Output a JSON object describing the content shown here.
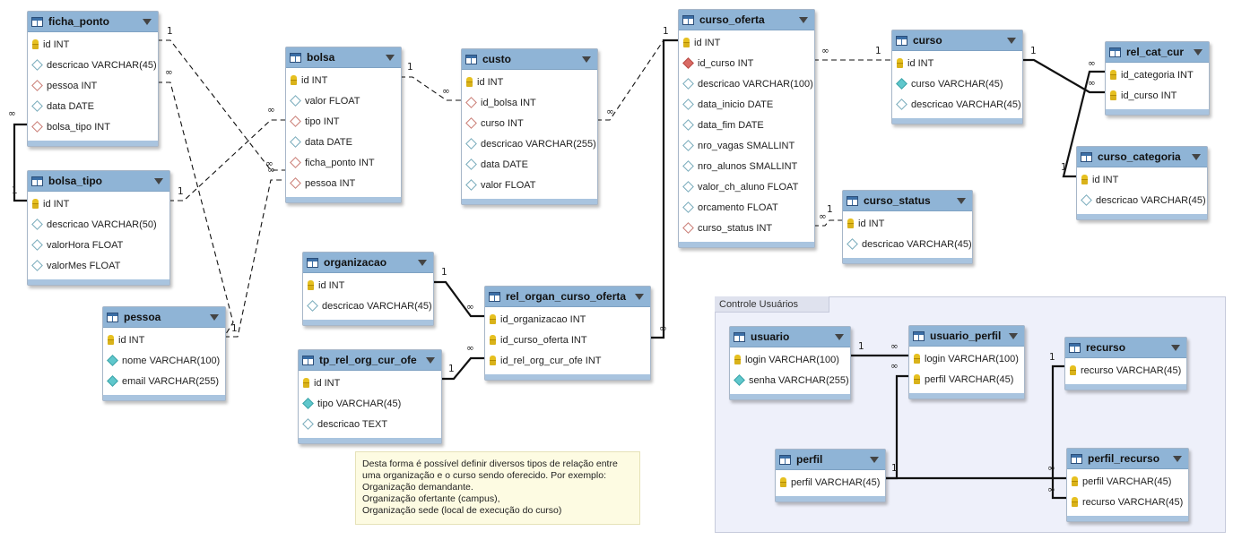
{
  "group": {
    "label": "Controle Usuários"
  },
  "note": {
    "lines": [
      "Desta forma é possível definir diversos tipos de relação entre",
      "uma organização e o curso sendo oferecido. Por exemplo:",
      "Organização demandante.",
      "Organização ofertante (campus),",
      "Organização sede (local de execução do curso)"
    ]
  },
  "tables": {
    "ficha_ponto": {
      "name": "ficha_ponto",
      "columns": [
        {
          "icon": "pk",
          "label": "id INT"
        },
        {
          "icon": "attr",
          "label": "descricao VARCHAR(45)"
        },
        {
          "icon": "fk",
          "label": "pessoa INT"
        },
        {
          "icon": "attr",
          "label": "data DATE"
        },
        {
          "icon": "fk",
          "label": "bolsa_tipo INT"
        }
      ]
    },
    "bolsa_tipo": {
      "name": "bolsa_tipo",
      "columns": [
        {
          "icon": "pk",
          "label": "id INT"
        },
        {
          "icon": "attr",
          "label": "descricao VARCHAR(50)"
        },
        {
          "icon": "attr",
          "label": "valorHora FLOAT"
        },
        {
          "icon": "attr",
          "label": "valorMes FLOAT"
        }
      ]
    },
    "pessoa": {
      "name": "pessoa",
      "columns": [
        {
          "icon": "pk",
          "label": "id INT"
        },
        {
          "icon": "nn",
          "label": "nome VARCHAR(100)"
        },
        {
          "icon": "nn",
          "label": "email VARCHAR(255)"
        }
      ]
    },
    "bolsa": {
      "name": "bolsa",
      "columns": [
        {
          "icon": "pk",
          "label": "id INT"
        },
        {
          "icon": "attr",
          "label": "valor FLOAT"
        },
        {
          "icon": "fk",
          "label": "tipo INT"
        },
        {
          "icon": "attr",
          "label": "data DATE"
        },
        {
          "icon": "fk",
          "label": "ficha_ponto INT"
        },
        {
          "icon": "fk",
          "label": "pessoa INT"
        }
      ]
    },
    "custo": {
      "name": "custo",
      "columns": [
        {
          "icon": "pk",
          "label": "id INT"
        },
        {
          "icon": "fk",
          "label": "id_bolsa INT"
        },
        {
          "icon": "fk",
          "label": "curso INT"
        },
        {
          "icon": "attr",
          "label": "descricao VARCHAR(255)"
        },
        {
          "icon": "attr",
          "label": "data DATE"
        },
        {
          "icon": "attr",
          "label": "valor FLOAT"
        }
      ]
    },
    "organizacao": {
      "name": "organizacao",
      "columns": [
        {
          "icon": "pk",
          "label": "id INT"
        },
        {
          "icon": "attr",
          "label": "descricao VARCHAR(45)"
        }
      ]
    },
    "tp_rel_org_cur_ofe": {
      "name": "tp_rel_org_cur_ofe",
      "columns": [
        {
          "icon": "pk",
          "label": "id INT"
        },
        {
          "icon": "nn",
          "label": "tipo VARCHAR(45)"
        },
        {
          "icon": "attr",
          "label": "descricao TEXT"
        }
      ]
    },
    "rel_organ_curso_oferta": {
      "name": "rel_organ_curso_oferta",
      "columns": [
        {
          "icon": "pk",
          "label": "id_organizacao INT"
        },
        {
          "icon": "pk",
          "label": "id_curso_oferta INT"
        },
        {
          "icon": "pk",
          "label": "id_rel_org_cur_ofe INT"
        }
      ]
    },
    "curso_oferta": {
      "name": "curso_oferta",
      "columns": [
        {
          "icon": "pk",
          "label": "id INT"
        },
        {
          "icon": "fknn",
          "label": "id_curso INT"
        },
        {
          "icon": "attr",
          "label": "descricao VARCHAR(100)"
        },
        {
          "icon": "attr",
          "label": "data_inicio DATE"
        },
        {
          "icon": "attr",
          "label": "data_fim DATE"
        },
        {
          "icon": "attr",
          "label": "nro_vagas SMALLINT"
        },
        {
          "icon": "attr",
          "label": "nro_alunos SMALLINT"
        },
        {
          "icon": "attr",
          "label": "valor_ch_aluno FLOAT"
        },
        {
          "icon": "attr",
          "label": "orcamento FLOAT"
        },
        {
          "icon": "fk",
          "label": "curso_status INT"
        }
      ]
    },
    "curso": {
      "name": "curso",
      "columns": [
        {
          "icon": "pk",
          "label": "id INT"
        },
        {
          "icon": "nn",
          "label": "curso VARCHAR(45)"
        },
        {
          "icon": "attr",
          "label": "descricao VARCHAR(45)"
        }
      ]
    },
    "curso_status": {
      "name": "curso_status",
      "columns": [
        {
          "icon": "pk",
          "label": "id INT"
        },
        {
          "icon": "attr",
          "label": "descricao VARCHAR(45)"
        }
      ]
    },
    "rel_cat_cur": {
      "name": "rel_cat_cur",
      "columns": [
        {
          "icon": "pk",
          "label": "id_categoria INT"
        },
        {
          "icon": "pk",
          "label": "id_curso INT"
        }
      ]
    },
    "curso_categoria": {
      "name": "curso_categoria",
      "columns": [
        {
          "icon": "pk",
          "label": "id INT"
        },
        {
          "icon": "attr",
          "label": "descricao VARCHAR(45)"
        }
      ]
    },
    "usuario": {
      "name": "usuario",
      "columns": [
        {
          "icon": "pk",
          "label": "login VARCHAR(100)"
        },
        {
          "icon": "nn",
          "label": "senha VARCHAR(255)"
        }
      ]
    },
    "usuario_perfil": {
      "name": "usuario_perfil",
      "columns": [
        {
          "icon": "pk",
          "label": "login VARCHAR(100)"
        },
        {
          "icon": "pk",
          "label": "perfil VARCHAR(45)"
        }
      ]
    },
    "recurso": {
      "name": "recurso",
      "columns": [
        {
          "icon": "pk",
          "label": "recurso VARCHAR(45)"
        }
      ]
    },
    "perfil": {
      "name": "perfil",
      "columns": [
        {
          "icon": "pk",
          "label": "perfil VARCHAR(45)"
        }
      ]
    },
    "perfil_recurso": {
      "name": "perfil_recurso",
      "columns": [
        {
          "icon": "pk",
          "label": "perfil VARCHAR(45)"
        },
        {
          "icon": "pk",
          "label": "recurso VARCHAR(45)"
        }
      ]
    }
  },
  "relationships": [
    {
      "from": "ficha_ponto",
      "to": "bolsa",
      "from_card": "1",
      "to_card": "∞",
      "identifying": false
    },
    {
      "from": "ficha_ponto",
      "to": "bolsa_tipo",
      "from_card": "∞",
      "to_card": "1",
      "identifying": true
    },
    {
      "from": "ficha_ponto",
      "to": "pessoa",
      "from_card": "∞",
      "to_card": "1",
      "identifying": false
    },
    {
      "from": "bolsa_tipo",
      "to": "bolsa",
      "from_card": "1",
      "to_card": "∞",
      "identifying": false
    },
    {
      "from": "pessoa",
      "to": "bolsa",
      "from_card": "1",
      "to_card": "∞",
      "identifying": false
    },
    {
      "from": "bolsa",
      "to": "custo",
      "from_card": "1",
      "to_card": "∞",
      "identifying": false
    },
    {
      "from": "custo",
      "to": "curso_oferta",
      "from_card": "∞",
      "to_card": "1",
      "identifying": false
    },
    {
      "from": "curso_oferta",
      "to": "curso",
      "from_card": "∞",
      "to_card": "1",
      "identifying": false
    },
    {
      "from": "curso_oferta",
      "to": "curso_status",
      "from_card": "∞",
      "to_card": "1",
      "identifying": false
    },
    {
      "from": "curso",
      "to": "rel_cat_cur",
      "from_card": "1",
      "to_card": "∞",
      "identifying": true
    },
    {
      "from": "curso_categoria",
      "to": "rel_cat_cur",
      "from_card": "1",
      "to_card": "∞",
      "identifying": true
    },
    {
      "from": "organizacao",
      "to": "rel_organ_curso_oferta",
      "from_card": "1",
      "to_card": "∞",
      "identifying": true
    },
    {
      "from": "tp_rel_org_cur_ofe",
      "to": "rel_organ_curso_oferta",
      "from_card": "1",
      "to_card": "∞",
      "identifying": true
    },
    {
      "from": "curso_oferta",
      "to": "rel_organ_curso_oferta",
      "from_card": "1",
      "to_card": "∞",
      "identifying": true
    },
    {
      "from": "usuario",
      "to": "usuario_perfil",
      "from_card": "1",
      "to_card": "∞",
      "identifying": true
    },
    {
      "from": "perfil",
      "to": "usuario_perfil",
      "from_card": "1",
      "to_card": "∞",
      "identifying": true
    },
    {
      "from": "perfil",
      "to": "perfil_recurso",
      "from_card": "1",
      "to_card": "∞",
      "identifying": true
    },
    {
      "from": "recurso",
      "to": "perfil_recurso",
      "from_card": "1",
      "to_card": "∞",
      "identifying": true
    }
  ]
}
